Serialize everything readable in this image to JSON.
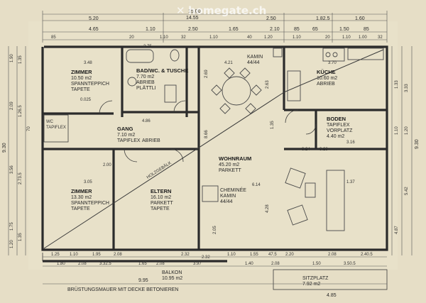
{
  "watermark": "homegate.ch",
  "top_dims": {
    "overall": "15.00",
    "overall2": "14.55",
    "row1": [
      "5.20",
      "2.50",
      "1.82.5",
      "1.60"
    ],
    "row2": [
      "4.65",
      "1.10",
      "2.50",
      "1.65",
      "2.10",
      "85",
      "65",
      "1.50",
      "85"
    ],
    "row3": [
      "85",
      "20",
      "1.10",
      "32",
      "1.10",
      "40",
      "1.20",
      "1.10",
      "20",
      "1.10",
      "1.00",
      "32"
    ]
  },
  "bottom_dims": {
    "row1": [
      "1.25",
      "1.10",
      "1.95",
      "2.08",
      "2.32",
      "1.10",
      "1.55",
      "47.5",
      "2.20",
      "2.08",
      "2.40.5"
    ],
    "row2": [
      "1.80",
      "2.08",
      "3.32.5",
      "1.65",
      "2.08",
      "3.97",
      "1.40",
      "2.08",
      "1.50",
      "3.50.5"
    ],
    "row3": [
      "9.95",
      "4.85"
    ],
    "balkon_dim": "2.32"
  },
  "left_dims": [
    "1.90",
    "1.35",
    "2.09",
    "1.26.5",
    "70",
    "3.56",
    "2.73.5",
    "1.75",
    "1.20",
    "1.35",
    "9.30"
  ],
  "right_dims": [
    "1.33",
    "3.33",
    "9.30",
    "5.42",
    "4.87",
    "1.10",
    "1.20"
  ],
  "rooms": {
    "zimmer1": {
      "name": "ZIMMER",
      "area": "10.50 m2",
      "floor1": "SPANNTEPPICH",
      "floor2": "TAPETE"
    },
    "bad": {
      "name": "BAD/WC. & TUSCHE",
      "area": "7.70 m2",
      "floor1": "ABRIEB",
      "floor2": "PLÄTTLI"
    },
    "kamin_top": {
      "name": "KAMIN",
      "ratio": "44/44"
    },
    "kueche": {
      "name": "KÜCHE",
      "area": "10.60 m2",
      "floor1": "ABRIEB"
    },
    "gang": {
      "name": "GANG",
      "area": "7.10 m2",
      "floor1": "TAPIFLEX",
      "floor2": "ABRIEB"
    },
    "wc": {
      "name": "WC",
      "area": "",
      "floor1": "TAPIFLEX"
    },
    "boden": {
      "name": "BODEN",
      "floor1": "TAPIFLEX",
      "floor2": "VORPLATZ",
      "area": "4.40 m2"
    },
    "wohnraum": {
      "name": "WOHNRAUM",
      "area": "45.20 m2",
      "floor1": "PARKETT"
    },
    "zimmer2": {
      "name": "ZIMMER",
      "area": "13.30 m2",
      "floor1": "SPANNTEPPICH",
      "floor2": "TAPETE"
    },
    "eltern": {
      "name": "ELTERN",
      "area": "16.10 m2",
      "floor1": "PARKETT",
      "floor2": "TAPETE"
    },
    "cheminee": {
      "name": "CHEMINÉE",
      "sub": "KAMIN",
      "ratio": "44/44"
    },
    "balkon": {
      "name": "BALKON",
      "area": "10.95 m2"
    },
    "sitzplatz": {
      "name": "SITZPLATZ",
      "area": "7.92 m2"
    }
  },
  "annotations": {
    "holzgebaelk": "HOLZGEBÄLK",
    "bruestung": "BRÜSTUNGSMAUER MIT DECKE BETONIEREN",
    "misc": [
      "3.48",
      "3.05",
      "3.70",
      "4.21",
      "4.86",
      "6.14",
      "2.75",
      "1.37",
      "3.16",
      "2.69",
      "2.63",
      "8.66",
      "4.28",
      "2.05",
      "3.24",
      "3.28",
      "0.025",
      "2.00",
      "1.35"
    ]
  }
}
